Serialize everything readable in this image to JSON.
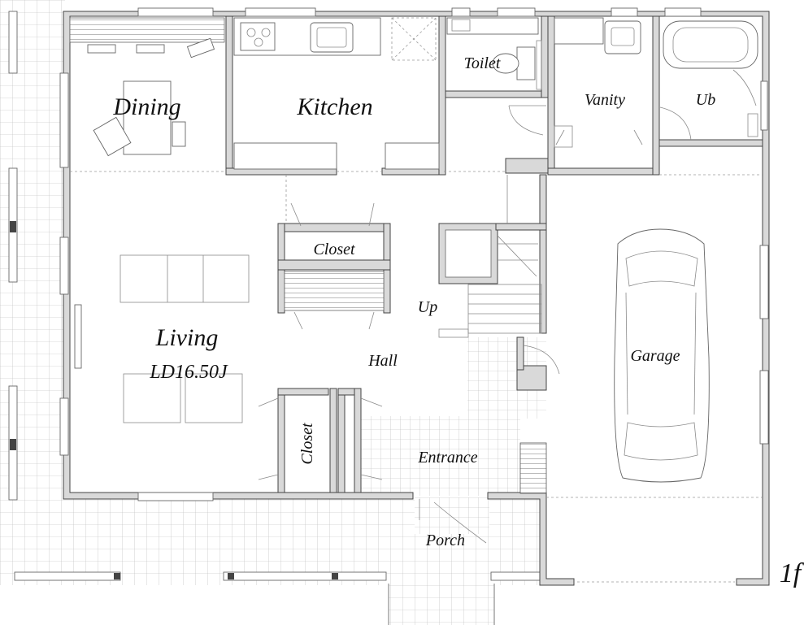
{
  "plan": {
    "floor_label": "1f",
    "rooms": {
      "dining": "Dining",
      "kitchen": "Kitchen",
      "toilet": "Toilet",
      "vanity": "Vanity",
      "ub": "Ub",
      "living": "Living",
      "living_area": "LD16.50J",
      "closet_hall": "Closet",
      "closet_side": "Closet",
      "up": "Up",
      "hall": "Hall",
      "garage": "Garage",
      "entrance": "Entrance",
      "porch": "Porch"
    }
  }
}
